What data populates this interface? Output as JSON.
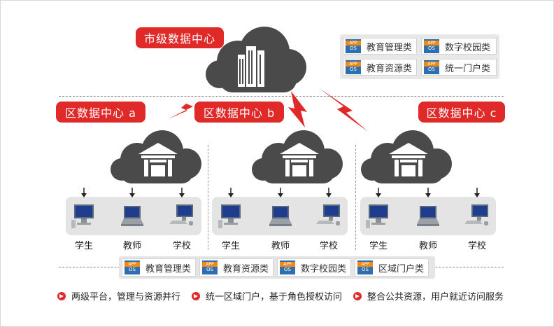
{
  "city_center": {
    "label": "市级数据中心"
  },
  "district_centers": [
    {
      "label": "区数据中心 a"
    },
    {
      "label": "区数据中心 b"
    },
    {
      "label": "区数据中心 c"
    }
  ],
  "app_icon": {
    "top": "APP",
    "bottom": "OS"
  },
  "top_legend": [
    "教育管理类",
    "数字校园类",
    "教育资源类",
    "统一门户类"
  ],
  "device_labels": [
    "学生",
    "教师",
    "学校"
  ],
  "bottom_bar": [
    "教育管理类",
    "教育资源类",
    "数字校园类",
    "区域门户类"
  ],
  "features": [
    "两级平台，管理与资源并行",
    "统一区域门户，基于角色授权访问",
    "整合公共资源，用户就近访问服务"
  ],
  "colors": {
    "accent": "#e02a2a",
    "cloud": "#4a4a4a",
    "app_blue": "#2f6fb0",
    "app_orange": "#f08a16"
  }
}
